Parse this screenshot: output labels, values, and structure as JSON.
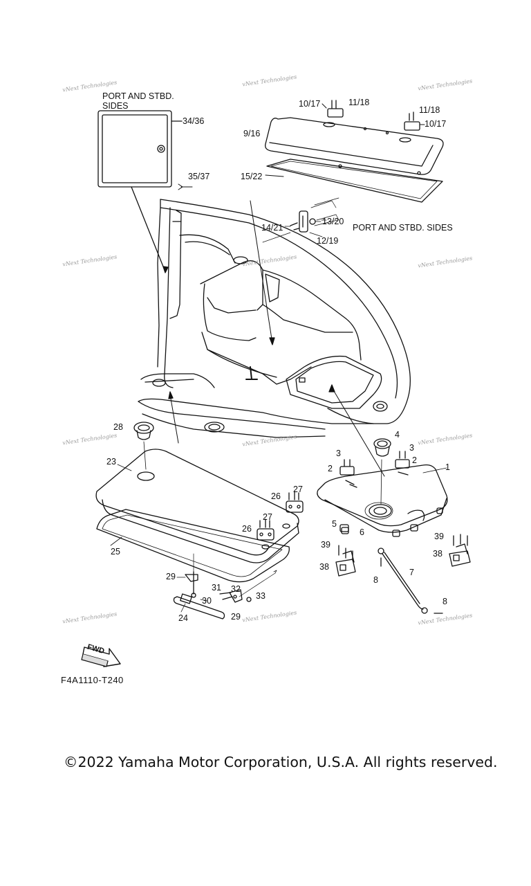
{
  "labels": {
    "port_stbd_sides_left": "PORT AND STBD.\nSIDES",
    "port_stbd_sides_right": "PORT AND STBD. SIDES",
    "p34_36": "34/36",
    "p35_37": "35/37",
    "p10_17_a": "10/17",
    "p11_18_a": "11/18",
    "p11_18_b": "11/18",
    "p10_17_b": "10/17",
    "p9_16": "9/16",
    "p15_22": "15/22",
    "p14_21": "14/21",
    "p13_20": "13/20",
    "p12_19": "12/19",
    "p28": "28",
    "p23": "23",
    "p25": "25",
    "p26_a": "26",
    "p27_a": "27",
    "p26_b": "26",
    "p27_b": "27",
    "p29_a": "29",
    "p29_b": "29",
    "p30": "30",
    "p31": "31",
    "p32": "32",
    "p33": "33",
    "p24": "24",
    "p1": "1",
    "p2_a": "2",
    "p2_b": "2",
    "p3_a": "3",
    "p3_b": "3",
    "p4": "4",
    "p5": "5",
    "p6": "6",
    "p7": "7",
    "p8_a": "8",
    "p8_b": "8",
    "p38_a": "38",
    "p38_b": "38",
    "p39_a": "39",
    "p39_b": "39"
  },
  "watermark": "vNext Technologies",
  "fwd_label": "FWD",
  "diagram_code": "F4A1110-T240",
  "copyright": "©2022 Yamaha Motor Corporation, U.S.A. All rights reserved."
}
